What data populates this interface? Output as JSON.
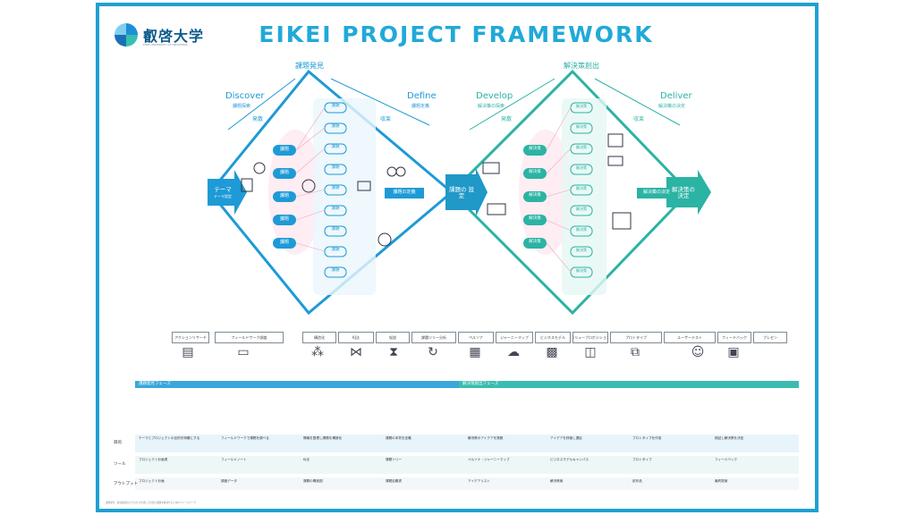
{
  "header": {
    "logo_name": "叡啓大学",
    "logo_sub": "EIKEI UNIVERSITY OF HIROSHIMA",
    "title": "EIKEI PROJECT FRAMEWORK"
  },
  "phases": {
    "problem_discovery": "課題発見",
    "solution_creation": "解決策創出",
    "discover": "Discover",
    "discover_sub": "課題探索",
    "define": "Define",
    "define_sub": "課題定義",
    "develop": "Develop",
    "develop_sub": "解決策の探索",
    "deliver": "Deliver",
    "deliver_sub": "解決策の決定",
    "diverge": "発散",
    "converge": "収束"
  },
  "nodes": {
    "theme": "テーマ",
    "theme_sub": "テーマ設定",
    "problem_setting": "課題の\n設定",
    "solution_setting": "解決策の\n決定",
    "issue_def": "課題の定義",
    "solution_def": "解決策の決定",
    "left_items": [
      "課題",
      "課題",
      "課題",
      "課題",
      "課題"
    ],
    "right_items": [
      "課題",
      "課題",
      "課題",
      "課題",
      "課題",
      "課題",
      "課題",
      "課題",
      "課題"
    ],
    "sol_left": [
      "解決策",
      "解決策",
      "解決策",
      "解決策",
      "解決策"
    ],
    "sol_right": [
      "解決策",
      "解決策",
      "解決策",
      "解決策",
      "解決策",
      "解決策",
      "解決策",
      "解決策",
      "解決策"
    ]
  },
  "methods": [
    "アクションリサーチ",
    "フィールドワーク調査",
    "構造化",
    "KJ法",
    "仮説",
    "課題ツリー分析",
    "ペルソナ",
    "ジャーニーマップ",
    "ビジネスモデル",
    "バリュープロポジション",
    "プロトタイプ",
    "ユーザーテスト",
    "フィードバック",
    "プレゼン"
  ],
  "table": {
    "head_left": "課題発見フェーズ",
    "head_right": "解決策創出フェーズ",
    "rows": [
      {
        "label": "目的",
        "cells": [
          "テーマとプロジェクトの目的を明確にする",
          "フィールドワークで課題を調べる",
          "情報を整理し課題を構造化",
          "課題の本質を定義",
          "解決策のアイデアを発散",
          "アイデアを評価し選定",
          "プロトタイプを作成",
          "検証し解決策を決定"
        ]
      },
      {
        "label": "ツール",
        "cells": [
          "プロジェクト計画書",
          "フィールドノート",
          "KJ法",
          "課題ツリー",
          "ペルソナ・ジャーニーマップ",
          "ビジネスモデルキャンバス",
          "プロトタイプ",
          "フィードバック"
        ]
      },
      {
        "label": "アウトプット",
        "cells": [
          "プロジェクト計画",
          "調査データ",
          "課題の構造図",
          "課題定義書",
          "アイデアリスト",
          "解決策案",
          "試作品",
          "最終提案"
        ]
      }
    ]
  },
  "footer": "課題発見・解決策創出のプロセスを通じて社会の課題を解決するためのフレームワーク"
}
